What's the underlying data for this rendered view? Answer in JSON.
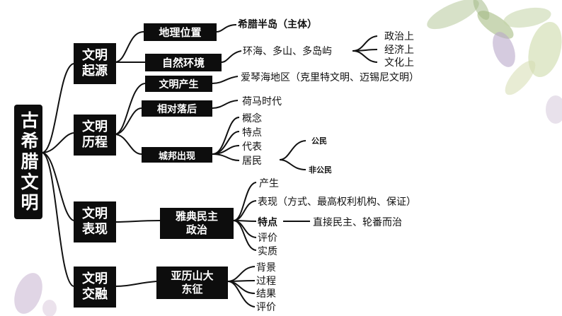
{
  "title": "古希腊文明",
  "branches": [
    {
      "label_line1": "文明",
      "label_line2": "起源"
    },
    {
      "label_line1": "文明",
      "label_line2": "历程"
    },
    {
      "label_line1": "文明",
      "label_line2": "表现"
    },
    {
      "label_line1": "文明",
      "label_line2": "交融"
    }
  ],
  "sub": {
    "geo": "地理位置",
    "nature": "自然环境",
    "birth": "文明产生",
    "lag": "相对落后",
    "city": "城邦出现",
    "athens_1": "雅典民主",
    "athens_2": "政治",
    "alex_1": "亚历山大",
    "alex_2": "东征"
  },
  "leaves": {
    "geo": "希腊半岛（主体）",
    "nature": "环海、多山、多岛屿",
    "politics": "政治上",
    "economy": "经济上",
    "culture": "文化上",
    "birth": "爱琴海地区（克里特文明、迈锡尼文明）",
    "lag": "荷马时代",
    "concept": "概念",
    "features": "特点",
    "representative": "代表",
    "residents": "居民",
    "citizens": "公民",
    "noncitizens": "非公民",
    "a_origin": "产生",
    "a_forms": "表现（方式、最高权利机构、保证）",
    "a_features": "特点",
    "a_features_detail": "直接民主、轮番而治",
    "a_evaluation": "评价",
    "a_essence": "实质",
    "x_background": "背景",
    "x_process": "过程",
    "x_result": "结果",
    "x_evaluation": "评价"
  },
  "colors": {
    "box": "#0d0d0d",
    "box_text": "#ffffff",
    "line": "#111111"
  }
}
